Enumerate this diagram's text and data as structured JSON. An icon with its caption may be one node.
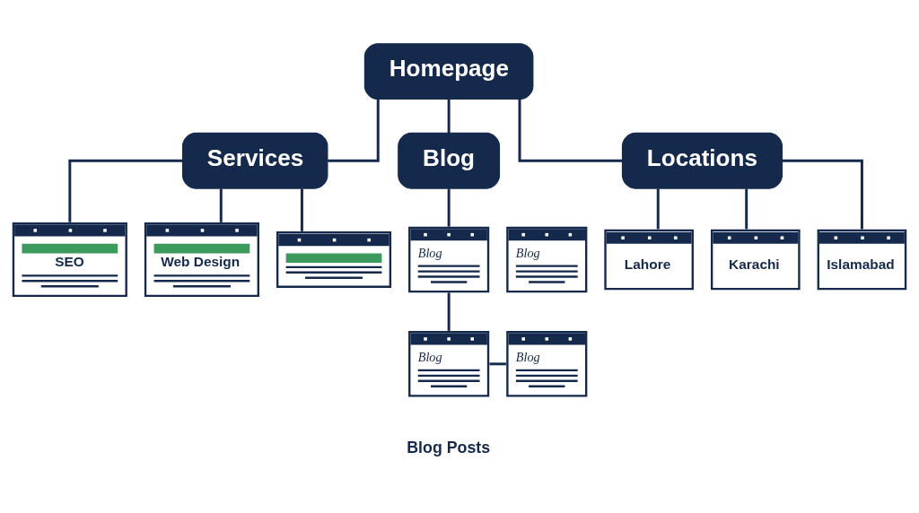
{
  "diagram": {
    "nodes": [
      {
        "text": [
          "Homepage"
        ]
      },
      {
        "text": [
          "Services"
        ]
      },
      {
        "text": [
          "Blog"
        ]
      },
      {
        "text": [
          "Locations"
        ]
      },
      {
        "text": [
          "SEO"
        ]
      },
      {
        "text": [
          "Web Design"
        ]
      },
      {
        "text": [],
        "shape": "box"
      },
      {
        "text": [
          "Blog"
        ]
      },
      {
        "text": [
          "Blog"
        ]
      },
      {
        "text": [
          "Blog"
        ]
      },
      {
        "text": [
          "Blog"
        ]
      },
      {
        "text": [
          "Lahore"
        ]
      },
      {
        "text": [
          "Karachi"
        ]
      },
      {
        "text": [
          "Islamabad"
        ]
      }
    ],
    "edges": [
      {
        "from": 0,
        "to": 1,
        "arrow": "none"
      },
      {
        "from": 0,
        "to": 2,
        "arrow": "none"
      },
      {
        "from": 0,
        "to": 3,
        "arrow": "none"
      },
      {
        "from": 1,
        "to": 4,
        "arrow": "none"
      },
      {
        "from": 1,
        "to": 5,
        "arrow": "none"
      },
      {
        "from": 1,
        "to": 6,
        "arrow": "none"
      },
      {
        "from": 2,
        "to": 7,
        "arrow": "none"
      },
      {
        "from": 7,
        "to": 9,
        "arrow": "none"
      },
      {
        "from": 9,
        "to": 10,
        "arrow": "none"
      },
      {
        "from": 3,
        "to": 11,
        "arrow": "none"
      },
      {
        "from": 3,
        "to": 12,
        "arrow": "none"
      },
      {
        "from": 3,
        "to": 13,
        "arrow": "none"
      }
    ],
    "labels": [
      "Blog Posts"
    ]
  }
}
